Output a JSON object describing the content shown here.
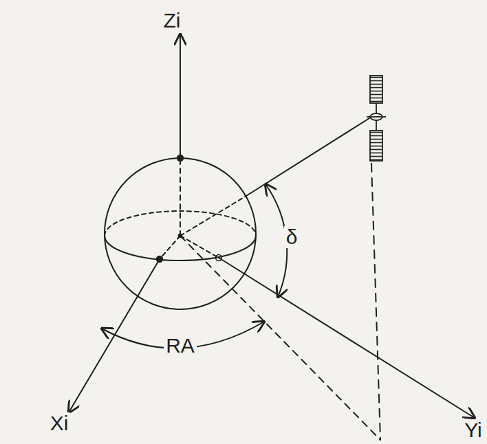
{
  "diagram": {
    "labels": [
      "Zi",
      "Xi",
      "Yi",
      "δ",
      "RA"
    ]
  }
}
